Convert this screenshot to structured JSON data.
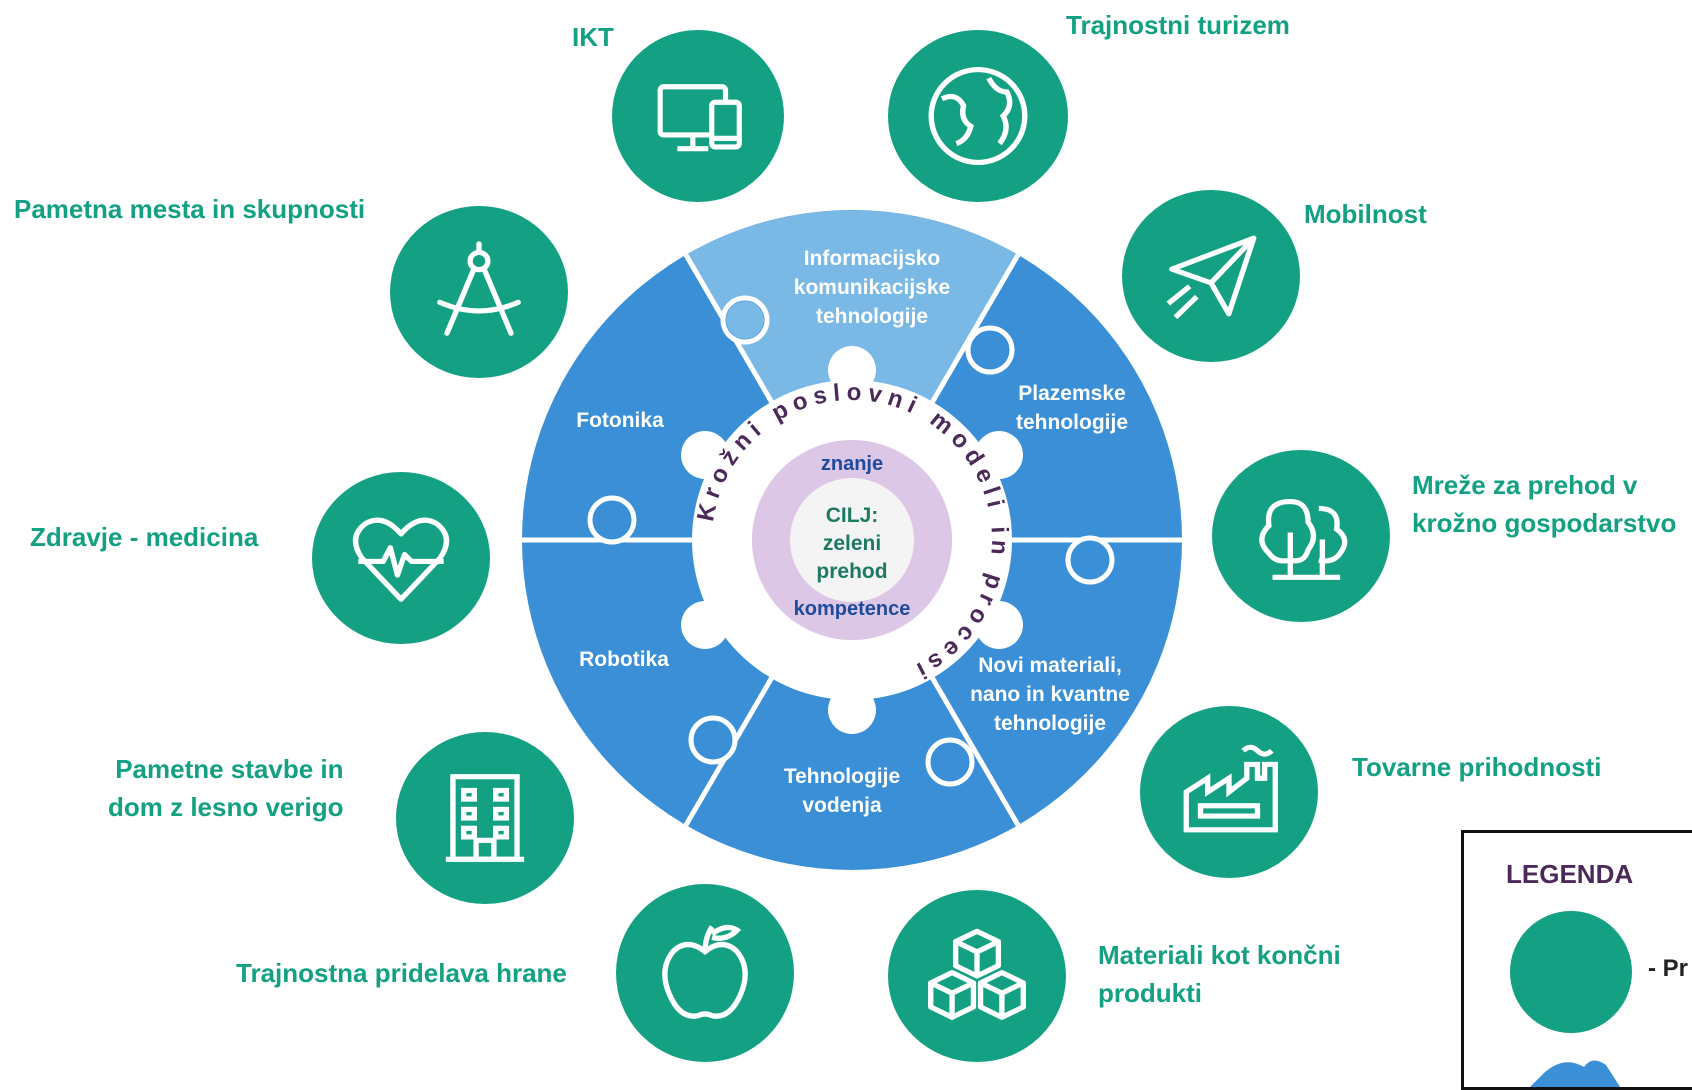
{
  "colors": {
    "teal": "#14a083",
    "blue": "#3a8fd6",
    "light_blue": "#7ab8e6",
    "lavender": "#ddc7e6",
    "dark_purple": "#4b2a5a",
    "navy": "#1e4b9c"
  },
  "center": {
    "goal": "CILJ:",
    "line2": "zeleni",
    "line3": "prehod",
    "top_word": "znanje",
    "bottom_word": "kompetence",
    "ring_text": "Krožni poslovni modeli in procesi"
  },
  "puzzle_segments": [
    {
      "label_lines": [
        "Informacijsko",
        "komunikacijske",
        "tehnologije"
      ],
      "icon": "puzzle-piece"
    },
    {
      "label_lines": [
        "Plazemske",
        "tehnologije"
      ],
      "icon": "puzzle-piece"
    },
    {
      "label_lines": [
        "Novi materiali,",
        "nano in kvantne",
        "tehnologije"
      ],
      "icon": "puzzle-piece"
    },
    {
      "label_lines": [
        "Tehnologije",
        "vodenja"
      ],
      "icon": "puzzle-piece"
    },
    {
      "label_lines": [
        "Robotika"
      ],
      "icon": "puzzle-piece"
    },
    {
      "label_lines": [
        "Fotonika"
      ],
      "icon": "puzzle-piece"
    }
  ],
  "outer_items": [
    {
      "label": "IKT",
      "icon": "computer-devices-icon"
    },
    {
      "label": "Trajnostni turizem",
      "icon": "globe-icon"
    },
    {
      "label": "Mobilnost",
      "icon": "paper-plane-icon"
    },
    {
      "label": "Mreže za prehod v krožno gospodarstvo",
      "label_lines": [
        "Mreže za prehod v",
        "krožno gospodarstvo"
      ],
      "icon": "trees-icon"
    },
    {
      "label": "Tovarne prihodnosti",
      "icon": "factory-icon"
    },
    {
      "label": "Materiali kot končni produkti",
      "label_lines": [
        "Materiali kot končni",
        "produkti"
      ],
      "icon": "cubes-icon"
    },
    {
      "label": "Trajnostna pridelava hrane",
      "icon": "apple-icon"
    },
    {
      "label": "Pametne stavbe in dom z lesno verigo",
      "label_lines": [
        "Pametne stavbe in",
        "dom z lesno verigo"
      ],
      "icon": "building-icon"
    },
    {
      "label": "Zdravje - medicina",
      "icon": "heart-pulse-icon"
    },
    {
      "label": "Pametna mesta in skupnosti",
      "icon": "compass-icon"
    }
  ],
  "legend": {
    "title": "LEGENDA",
    "item_text": "- Pr"
  }
}
